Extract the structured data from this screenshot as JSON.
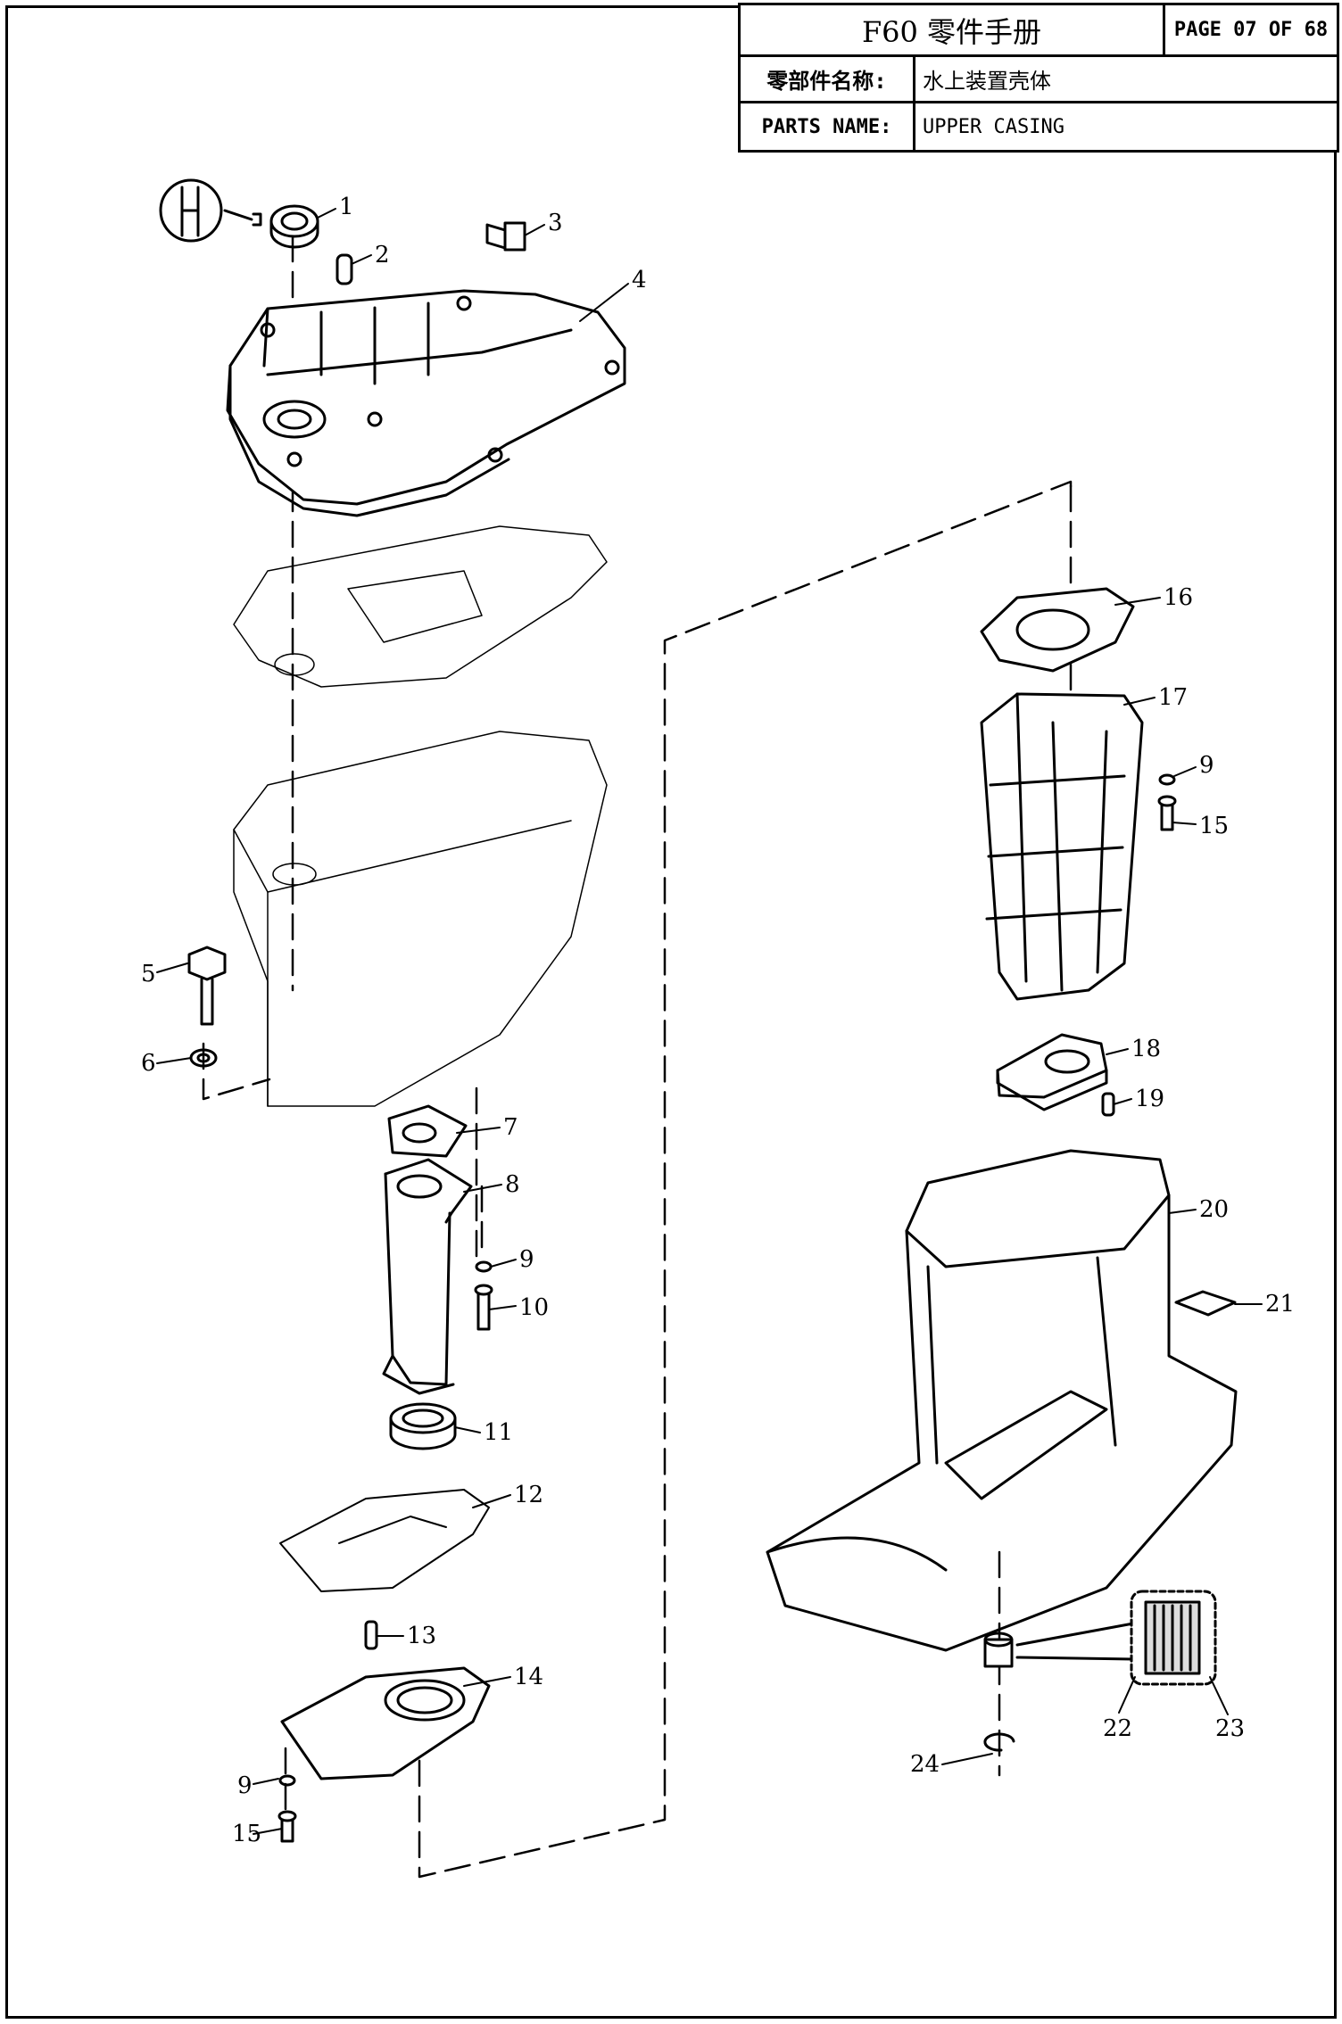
{
  "title_block": {
    "title": "F60 零件手册",
    "page": "PAGE 07 OF 68",
    "label_cn": "零部件名称:",
    "name_cn": "水上装置壳体",
    "label_en": "PARTS NAME:",
    "name_en": "UPPER CASING"
  },
  "callouts": [
    {
      "id": "c1",
      "label": "1"
    },
    {
      "id": "c2",
      "label": "2"
    },
    {
      "id": "c3",
      "label": "3"
    },
    {
      "id": "c4",
      "label": "4"
    },
    {
      "id": "c5",
      "label": "5"
    },
    {
      "id": "c6",
      "label": "6"
    },
    {
      "id": "c7",
      "label": "7"
    },
    {
      "id": "c8",
      "label": "8"
    },
    {
      "id": "c9a",
      "label": "9"
    },
    {
      "id": "c10",
      "label": "10"
    },
    {
      "id": "c11",
      "label": "11"
    },
    {
      "id": "c12",
      "label": "12"
    },
    {
      "id": "c13",
      "label": "13"
    },
    {
      "id": "c14",
      "label": "14"
    },
    {
      "id": "c9b",
      "label": "9"
    },
    {
      "id": "c15a",
      "label": "15"
    },
    {
      "id": "c16",
      "label": "16"
    },
    {
      "id": "c17",
      "label": "17"
    },
    {
      "id": "c9c",
      "label": "9"
    },
    {
      "id": "c15b",
      "label": "15"
    },
    {
      "id": "c18",
      "label": "18"
    },
    {
      "id": "c19",
      "label": "19"
    },
    {
      "id": "c20",
      "label": "20"
    },
    {
      "id": "c21",
      "label": "21"
    },
    {
      "id": "c22",
      "label": "22"
    },
    {
      "id": "c23",
      "label": "23"
    },
    {
      "id": "c24",
      "label": "24"
    }
  ]
}
